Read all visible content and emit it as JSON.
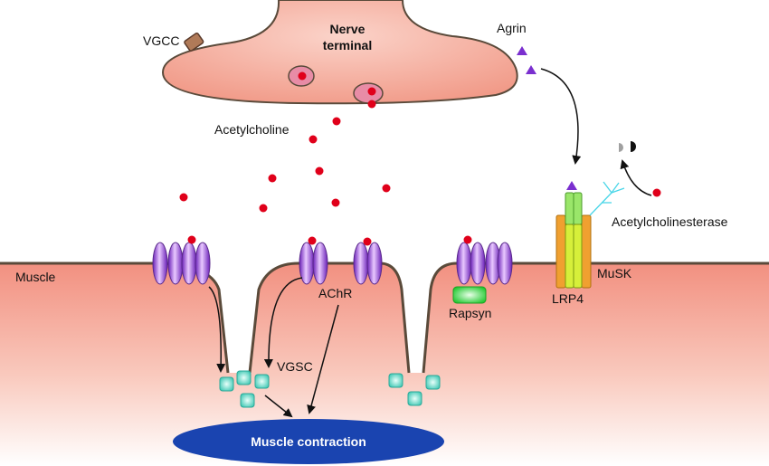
{
  "labels": {
    "nerve_terminal_line1": "Nerve",
    "nerve_terminal_line2": "terminal",
    "vgcc": "VGCC",
    "agrin": "Agrin",
    "acetylcholine": "Acetylcholine",
    "acetylcholinesterase": "Acetylcholinesterase",
    "muscle": "Muscle",
    "achr": "AChR",
    "vgsc": "VGSC",
    "rapsyn": "Rapsyn",
    "lrp4": "LRP4",
    "musk": "MuSK",
    "muscle_contraction": "Muscle contraction"
  },
  "colors": {
    "nerve_fill": "#f5a898",
    "muscle_top": "#f39a88",
    "muscle_bottom": "#ffffff",
    "membrane": "#5a4a3a",
    "acetylcholine_dot": "#e0001a",
    "achr_purple": "#8a3fd6",
    "vgsc_teal": "#5fd6c4",
    "rapsyn_green": "#2fd63a",
    "lrp4_green": "#9ae66a",
    "musk_orange": "#f0a030",
    "agrin_purple": "#7a2fcf",
    "contraction_blue": "#1a44b0",
    "vgcc_brown": "#b07a58",
    "vesicle_pink": "#e890a8"
  }
}
